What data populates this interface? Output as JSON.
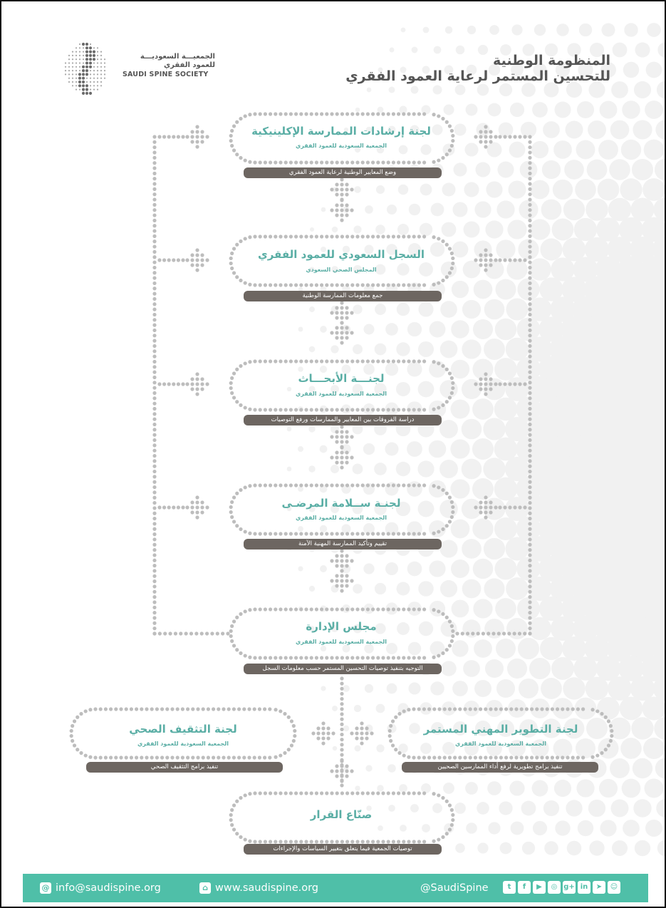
{
  "header": {
    "title_line1": "المنظومة الوطنية",
    "title_line2": "للتحسين المستمر لرعاية العمود الفقري"
  },
  "logo": {
    "name_ar_line1": "الجمعيـــة السعوديـــة",
    "name_ar_line2": "للعمود الفقري",
    "name_en": "SAUDI SPINE SOCIETY"
  },
  "nodes": [
    {
      "id": "guidelines",
      "title": "لجنة إرشادات الممارسة الإكلينيكية",
      "subtitle": "الجمعية السعودية للعمود الفقري",
      "bar": "وضع المعايير الوطنية لرعاية العمود الفقري"
    },
    {
      "id": "registry",
      "title": "السجل السعودي للعمود الفقري",
      "subtitle": "المجلس الصحي السعودي",
      "bar": "جمع معلومات الممارسة الوطنية"
    },
    {
      "id": "research",
      "title": "لجنـــة الأبحـــاث",
      "subtitle": "الجمعية السعودية للعمود الفقري",
      "bar": "دراسة الفروقات بين المعايير والممارسات ورفع التوصيات"
    },
    {
      "id": "safety",
      "title": "لجنـة ســلامة المرضـى",
      "subtitle": "الجمعية السعودية للعمود الفقري",
      "bar": "تقييم وتأكيد الممارسة المهنية الآمنة"
    },
    {
      "id": "board",
      "title": "مجلس الإدارة",
      "subtitle": "الجمعية السعودية للعمود الفقري",
      "bar": "التوجيه بتنفيذ توصيات التحسين المستمر حسب معلومات السجل"
    },
    {
      "id": "development",
      "title": "لجنة التطوير المهني المستمر",
      "subtitle": "الجمعية السعودية للعمود الفقري",
      "bar": "تنفيذ برامج تطويرية لرفع أداء الممارسين الصحيين"
    },
    {
      "id": "education",
      "title": "لجنة التثقيف الصحي",
      "subtitle": "الجمعية السعودية للعمود الفقري",
      "bar": "تنفيذ برامج التثقيف الصحي"
    },
    {
      "id": "decision",
      "title": "صنّاع القرار",
      "subtitle": "",
      "bar": "توصيات الجمعية فيما يتعلق بتغيير السياسات والإجراءات"
    }
  ],
  "footer": {
    "email": "info@saudispine.org",
    "website": "www.saudispine.org",
    "handle": "@SaudiSpine",
    "email_icon": "at-icon",
    "website_icon": "home-icon",
    "social_icons": [
      "twitter-icon",
      "facebook-icon",
      "youtube-icon",
      "instagram-icon",
      "googleplus-icon",
      "linkedin-icon",
      "telegram-icon",
      "snapchat-icon"
    ]
  },
  "colors": {
    "teal": "#5aaea5",
    "footer": "#4fbfa8",
    "bar": "#6d6661",
    "dots": "#bdbdbd",
    "bg_dots": "#f1f1f1"
  }
}
